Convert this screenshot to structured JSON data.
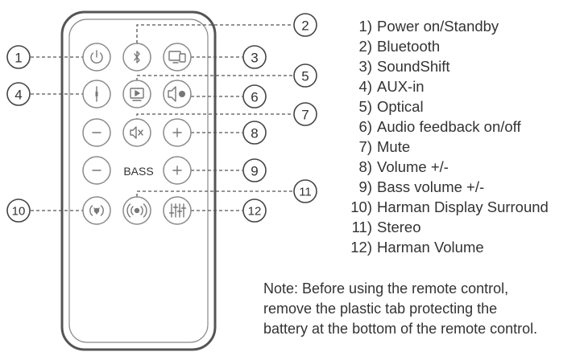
{
  "remote": {
    "bass_label": "BASS",
    "callouts": [
      "1",
      "2",
      "3",
      "4",
      "5",
      "6",
      "7",
      "8",
      "9",
      "10",
      "11",
      "12"
    ]
  },
  "legend": [
    {
      "num": "1)",
      "text": "Power on/Standby"
    },
    {
      "num": "2)",
      "text": "Bluetooth"
    },
    {
      "num": "3)",
      "text": "SoundShift"
    },
    {
      "num": "4)",
      "text": "AUX-in"
    },
    {
      "num": "5)",
      "text": "Optical"
    },
    {
      "num": "6)",
      "text": "Audio feedback on/off"
    },
    {
      "num": "7)",
      "text": "Mute"
    },
    {
      "num": "8)",
      "text": "Volume +/-"
    },
    {
      "num": "9)",
      "text": "Bass volume +/-"
    },
    {
      "num": "10)",
      "text": "Harman Display Surround"
    },
    {
      "num": "11)",
      "text": "Stereo"
    },
    {
      "num": "12)",
      "text": "Harman Volume"
    }
  ],
  "note": [
    "Note: Before using the remote control,",
    "remove the plastic tab protecting the",
    "battery at the bottom of the remote control."
  ],
  "colors": {
    "outline": "#555555",
    "button": "#8a8a8a",
    "text": "#333333"
  }
}
